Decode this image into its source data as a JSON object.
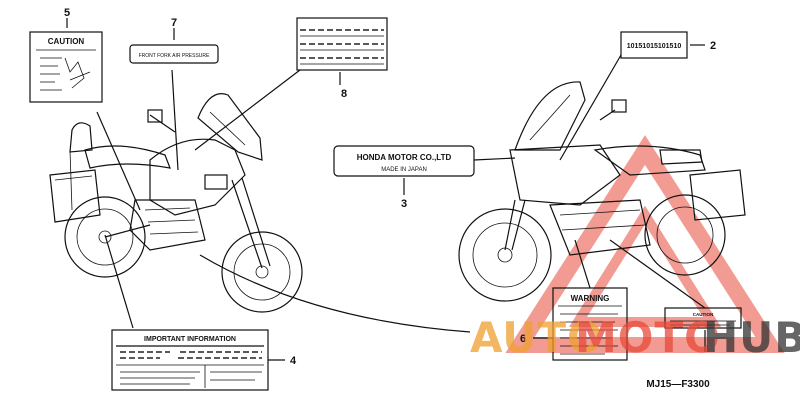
{
  "callouts": {
    "c2": "2",
    "c3": "3",
    "c4": "4",
    "c5": "5",
    "c6": "6",
    "c7": "7",
    "c8": "8"
  },
  "labels": {
    "caution": "CAUTION",
    "front_fork": "FRONT FORK AIR PRESSURE",
    "serial_code": "10151015101510",
    "honda_line1": "HONDA MOTOR CO.,LTD",
    "honda_line2": "MADE IN JAPAN",
    "important_info": "IMPORTANT   INFORMATION",
    "warning": "WARNING",
    "caution_small": "CAUTION"
  },
  "figure_code": "MJ15—F3300",
  "watermark": {
    "part1": "AUTO",
    "part2": "MOTO",
    "part3": "HUB"
  },
  "colors": {
    "watermark_red": "#e84a3a",
    "watermark_orange": "#f0a030",
    "watermark_dark": "#333333",
    "line": "#111111"
  }
}
